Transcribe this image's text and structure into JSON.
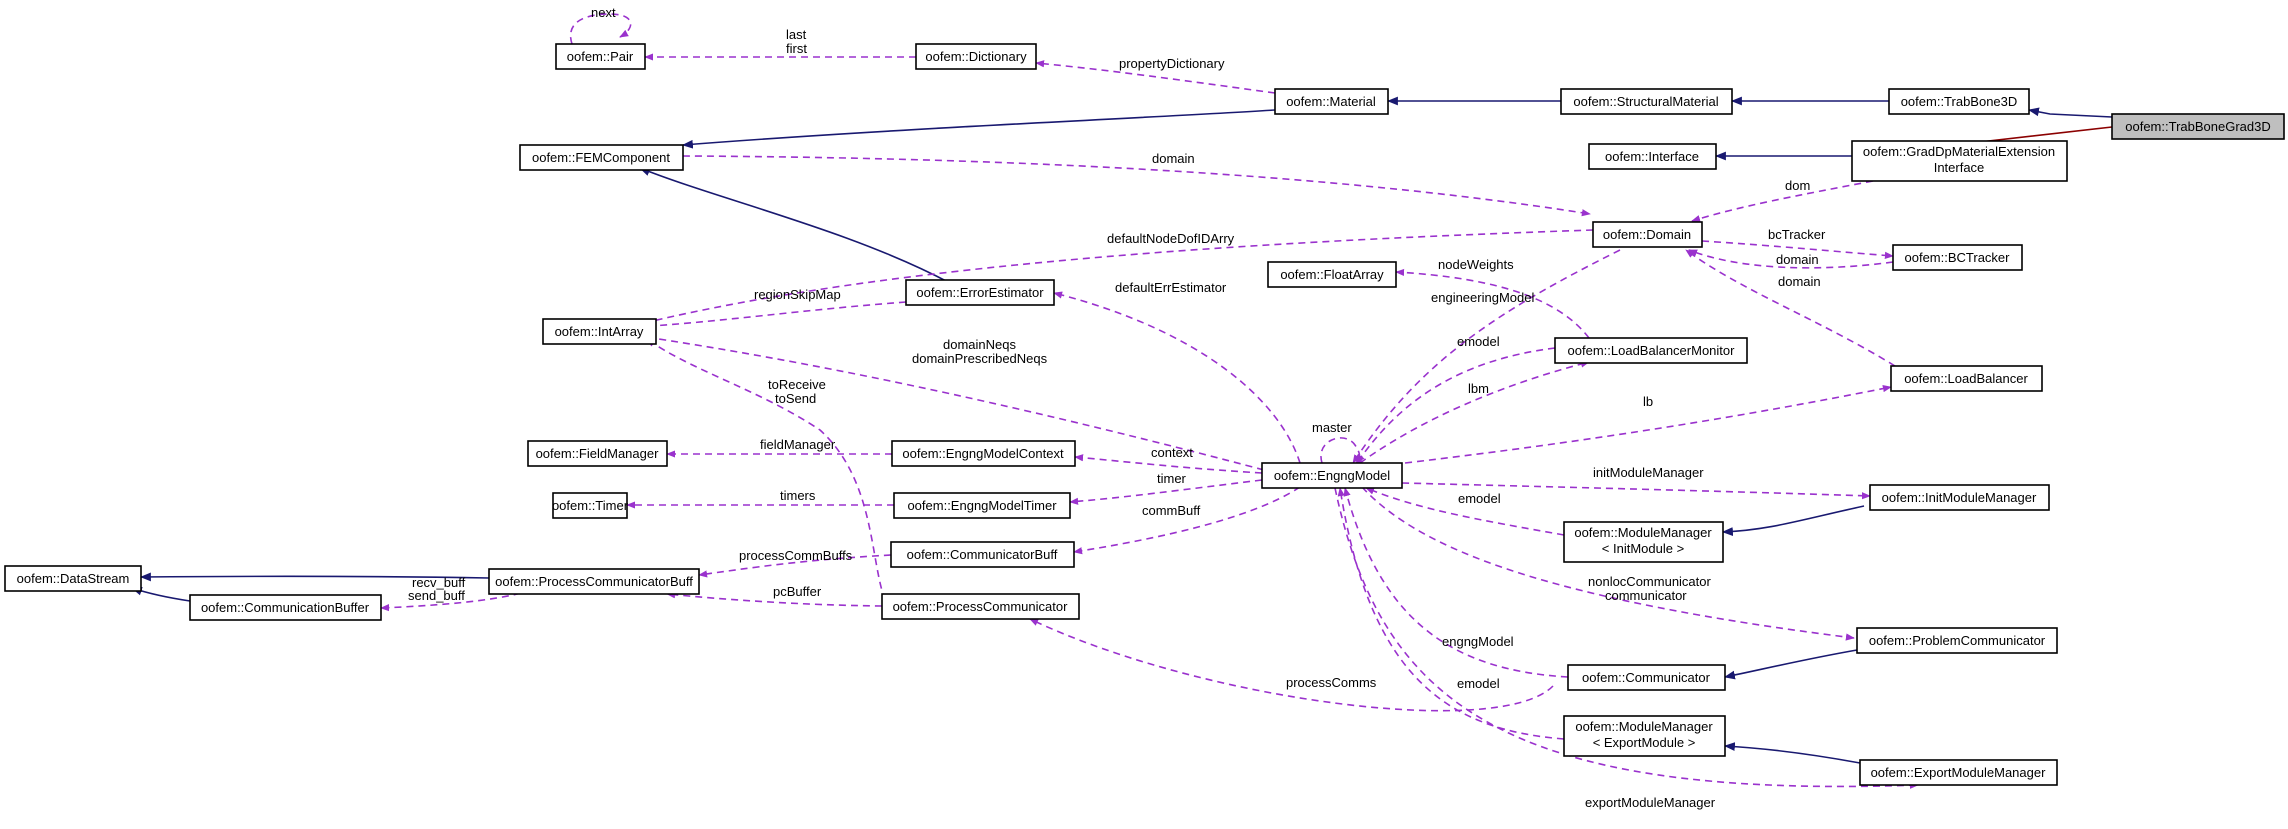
{
  "diagram": {
    "nodes": {
      "pair": [
        "oofem::Pair"
      ],
      "dictionary": [
        "oofem::Dictionary"
      ],
      "material": [
        "oofem::Material"
      ],
      "structuralmaterial": [
        "oofem::StructuralMaterial"
      ],
      "trabbone3d": [
        "oofem::TrabBone3D"
      ],
      "trabbonegrad3d": [
        "oofem::TrabBoneGrad3D"
      ],
      "femcomponent": [
        "oofem::FEMComponent"
      ],
      "interface": [
        "oofem::Interface"
      ],
      "graddp": [
        "oofem::GradDpMaterialExtension",
        "Interface"
      ],
      "domain": [
        "oofem::Domain"
      ],
      "bctracker": [
        "oofem::BCTracker"
      ],
      "floatarray": [
        "oofem::FloatArray"
      ],
      "intarray": [
        "oofem::IntArray"
      ],
      "errorestimator": [
        "oofem::ErrorEstimator"
      ],
      "loadbalancermonitor": [
        "oofem::LoadBalancerMonitor"
      ],
      "loadbalancer": [
        "oofem::LoadBalancer"
      ],
      "fieldmanager": [
        "oofem::FieldManager"
      ],
      "engngmodelcontext": [
        "oofem::EngngModelContext"
      ],
      "engngmodel": [
        "oofem::EngngModel"
      ],
      "timer": [
        "oofem::Timer"
      ],
      "engngmodeltimer": [
        "oofem::EngngModelTimer"
      ],
      "initmodulemanager": [
        "oofem::InitModuleManager"
      ],
      "modulemanagerinit": [
        "oofem::ModuleManager",
        "< InitModule >"
      ],
      "datastream": [
        "oofem::DataStream"
      ],
      "processcommunicatorbuff": [
        "oofem::ProcessCommunicatorBuff"
      ],
      "communicatorbuff": [
        "oofem::CommunicatorBuff"
      ],
      "communicationbuffer": [
        "oofem::CommunicationBuffer"
      ],
      "processcommunicator": [
        "oofem::ProcessCommunicator"
      ],
      "problemcommunicator": [
        "oofem::ProblemCommunicator"
      ],
      "communicator": [
        "oofem::Communicator"
      ],
      "modulemanagerexport": [
        "oofem::ModuleManager",
        "< ExportModule >"
      ],
      "exportmodulemanager": [
        "oofem::ExportModuleManager"
      ]
    },
    "labels": {
      "next": "next",
      "last_first": [
        "last",
        "first"
      ],
      "propertyDictionary": "propertyDictionary",
      "domain_fem": "domain",
      "dom": "dom",
      "defaultNodeDofIDArry": "defaultNodeDofIDArry",
      "bcTracker": "bcTracker",
      "domain_bct": "domain",
      "domain_lb": "domain",
      "nodeWeights": "nodeWeights",
      "regionSkipMap": "regionSkipMap",
      "defaultErrEstimator": "defaultErrEstimator",
      "engineeringModel": "engineeringModel",
      "emodel_lbm": "emodel",
      "domainNeqs": [
        "domainNeqs",
        "domainPrescribedNeqs"
      ],
      "toReceive": [
        "toReceive",
        "toSend"
      ],
      "lbm": "lbm",
      "lb": "lb",
      "master": "master",
      "fieldManager": "fieldManager",
      "context": "context",
      "timer": "timer",
      "timers": "timers",
      "initModuleManager": "initModuleManager",
      "commBuff": "commBuff",
      "emodel_mm": "emodel",
      "processCommBuffs": "processCommBuffs",
      "recv_buff": [
        "recv_buff",
        "send_buff"
      ],
      "pcBuffer": "pcBuffer",
      "nonloc": [
        "nonlocCommunicator",
        "communicator"
      ],
      "engngModel": "engngModel",
      "processComms": "processComms",
      "emodel_exp": "emodel",
      "exportModuleManager": "exportModuleManager"
    },
    "colors": {
      "usage_edge": "#9a32cd",
      "inheritance_edge": "#191970",
      "private_inheritance_edge": "#8b0000",
      "highlight_node": "#bfbfbf"
    }
  }
}
